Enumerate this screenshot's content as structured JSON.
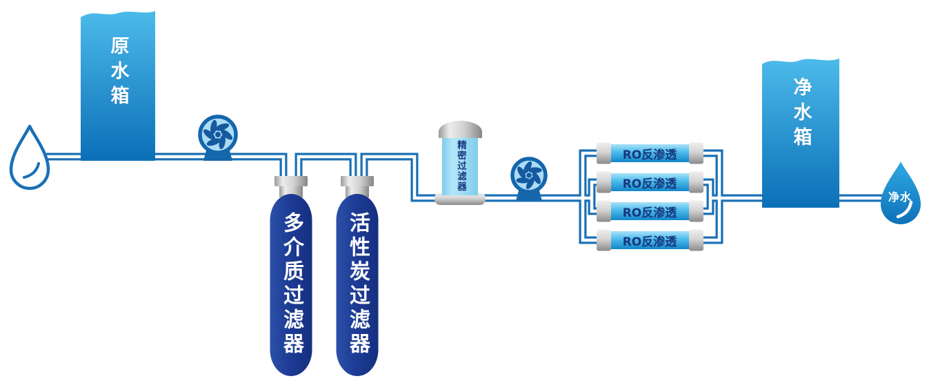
{
  "diagram": {
    "kind": "water-purification-process-flow",
    "nodes": {
      "source_drop": {
        "icon": "water-drop-outline-icon"
      },
      "raw_water_tank": {
        "label": "原水箱"
      },
      "pump_1": {
        "icon": "pump-impeller-icon"
      },
      "multimedia_filter": {
        "label": "多介质过滤器"
      },
      "carbon_filter": {
        "label": "活性炭过滤器"
      },
      "precision_filter": {
        "label": "精密过滤器"
      },
      "pump_2": {
        "icon": "pump-impeller-icon"
      },
      "ro_membranes": {
        "items": [
          {
            "label": "RO反渗透"
          },
          {
            "label": "RO反渗透"
          },
          {
            "label": "RO反渗透"
          },
          {
            "label": "RO反渗透"
          }
        ]
      },
      "clean_water_tank": {
        "label": "净水箱"
      },
      "clean_water_drop": {
        "label": "净水",
        "icon": "water-drop-filled-icon"
      }
    },
    "colors": {
      "pipe_blue": "#1a70b6",
      "tank_gradient_top": "#4cbaea",
      "tank_gradient_bottom": "#0b6fb7",
      "filter_body_navy": "#1d3c95",
      "precision_body_lightblue": "#9bdcf4",
      "ro_tube_blue": "#53bfee",
      "metal_cap_gray": "#b9b9b9",
      "pump_disc_lightblue": "#aadcf5",
      "label_white": "#ffffff",
      "label_navy": "#17377e"
    }
  }
}
